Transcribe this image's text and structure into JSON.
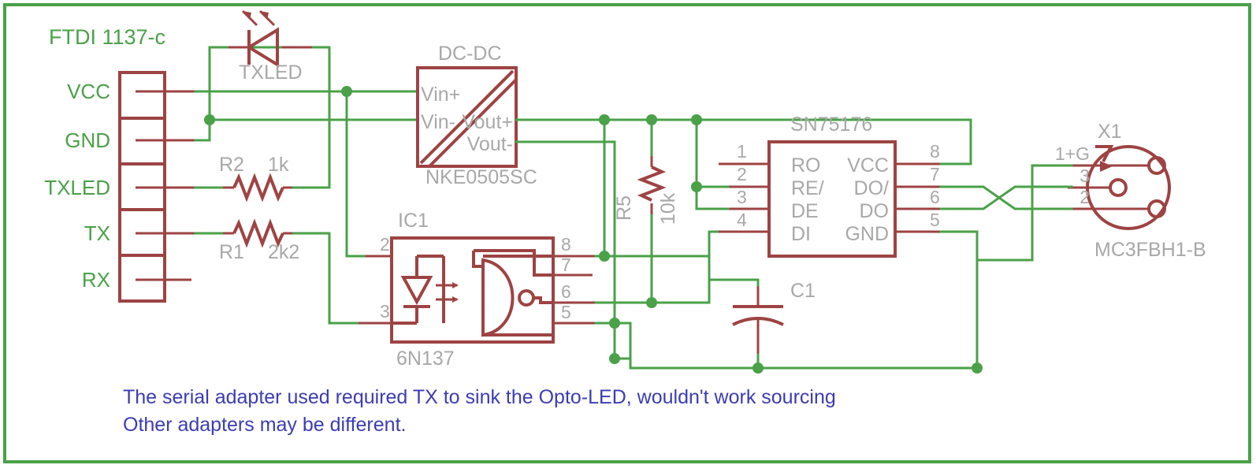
{
  "sheet": {
    "title": "FTDI 1137-c",
    "colors": {
      "wire_green": "#4aa148",
      "part_red": "#9e4343",
      "label_gray": "#a8a8a8",
      "note_blue": "#3c3cb4",
      "background": "#ffffff"
    }
  },
  "connector_ftdi": {
    "name": "FTDI 1137-c",
    "pins": [
      {
        "label": "VCC"
      },
      {
        "label": "GND"
      },
      {
        "label": "TXLED"
      },
      {
        "label": "TX"
      },
      {
        "label": "RX"
      }
    ]
  },
  "led": {
    "designator": "TXLED"
  },
  "resistors": [
    {
      "designator": "R2",
      "value": "1k"
    },
    {
      "designator": "R1",
      "value": "2k2"
    },
    {
      "designator": "R5",
      "value": "10k"
    }
  ],
  "capacitor": {
    "designator": "C1"
  },
  "dcdc": {
    "title": "DC-DC",
    "part": "NKE0505SC",
    "pins": [
      "Vin+",
      "Vin-",
      "Vout+",
      "Vout-"
    ]
  },
  "optocoupler": {
    "designator": "IC1",
    "part": "6N137",
    "pins_left": [
      "2",
      "3"
    ],
    "pins_right": [
      "8",
      "7",
      "6",
      "5"
    ]
  },
  "transceiver": {
    "title": "SN75176",
    "pins_left": [
      {
        "number": "1",
        "name": "RO"
      },
      {
        "number": "2",
        "name": "RE/"
      },
      {
        "number": "3",
        "name": "DE"
      },
      {
        "number": "4",
        "name": "DI"
      }
    ],
    "pins_right": [
      {
        "number": "8",
        "name": "VCC"
      },
      {
        "number": "7",
        "name": "DO/"
      },
      {
        "number": "6",
        "name": "DO"
      },
      {
        "number": "5",
        "name": "GND"
      }
    ]
  },
  "connector_x1": {
    "designator": "X1",
    "part": "MC3FBH1-B",
    "pins": [
      "1+G",
      "3",
      "2"
    ]
  },
  "note": {
    "line1": "The serial adapter used required TX to sink the Opto-LED, wouldn't work sourcing",
    "line2": "Other adapters may be different."
  }
}
